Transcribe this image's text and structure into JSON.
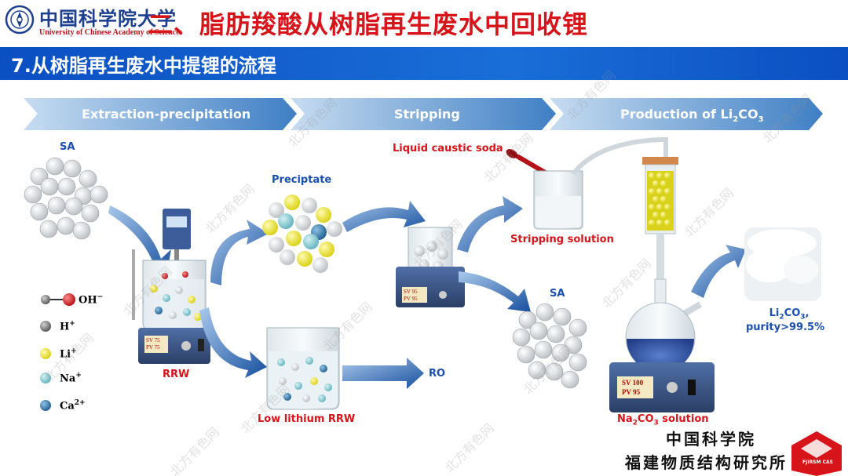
{
  "header": {
    "university_cn": "中国科学院大学",
    "university_en": "University of Chinese Academy of Sciences",
    "title": "二、脂肪羧酸从树脂再生废水中回收锂"
  },
  "section": {
    "title": "7.从树脂再生废水中提锂的流程"
  },
  "stages": [
    {
      "label": "Extraction-precipitation"
    },
    {
      "label": "Stripping"
    },
    {
      "label_main": "Production of Li",
      "label_sub1": "2",
      "label_mid": "CO",
      "label_sub2": "3"
    }
  ],
  "labels": {
    "sa_top": "SA",
    "precipitate": "Preciptate",
    "liquid_caustic": "Liquid caustic soda",
    "stripping_solution": "Stripping solution",
    "sa_mid": "SA",
    "rrw": "RRW",
    "low_lithium": "Low lithium RRW",
    "ro": "RO",
    "product_line1_main": "Li",
    "product_line1_sub": "2",
    "product_line1_tail": "CO",
    "product_line1_sub2": "3",
    "product_line1_end": ",",
    "product_line2": "purity>99.5%",
    "na2co3_main": "Na",
    "na2co3_sub1": "2",
    "na2co3_mid": "CO",
    "na2co3_sub2": "3",
    "na2co3_tail": " solution"
  },
  "legend": [
    {
      "label": "OH",
      "sup": "−",
      "color": "#d9141a"
    },
    {
      "label": "H",
      "sup": "+",
      "color": "#7d7d7d"
    },
    {
      "label": "Li",
      "sup": "+",
      "color": "#ede62a"
    },
    {
      "label": "Na",
      "sup": "+",
      "color": "#74c6cf"
    },
    {
      "label": "Ca",
      "sup": "2+",
      "color": "#256a9d"
    }
  ],
  "devices": {
    "stirrer_display1": "SV 75",
    "stirrer_display2": "PV 75",
    "hotplate1_display1": "SV 95",
    "hotplate1_display2": "PV 95",
    "hotplate2_display1": "SV 100",
    "hotplate2_display2": "PV 95"
  },
  "footer": {
    "institute_line1": "中国科学院",
    "institute_line2": "福建物质结构研究所",
    "badge": "FJIRSM CAS"
  },
  "watermark": "北方有色网",
  "colors": {
    "title_red": "#d6141a",
    "section_blue": "#0b4fc2",
    "arrow_blue": "#1f5fae",
    "chevron_light": "#a9c7e8",
    "chevron_dark": "#4a86c7"
  }
}
